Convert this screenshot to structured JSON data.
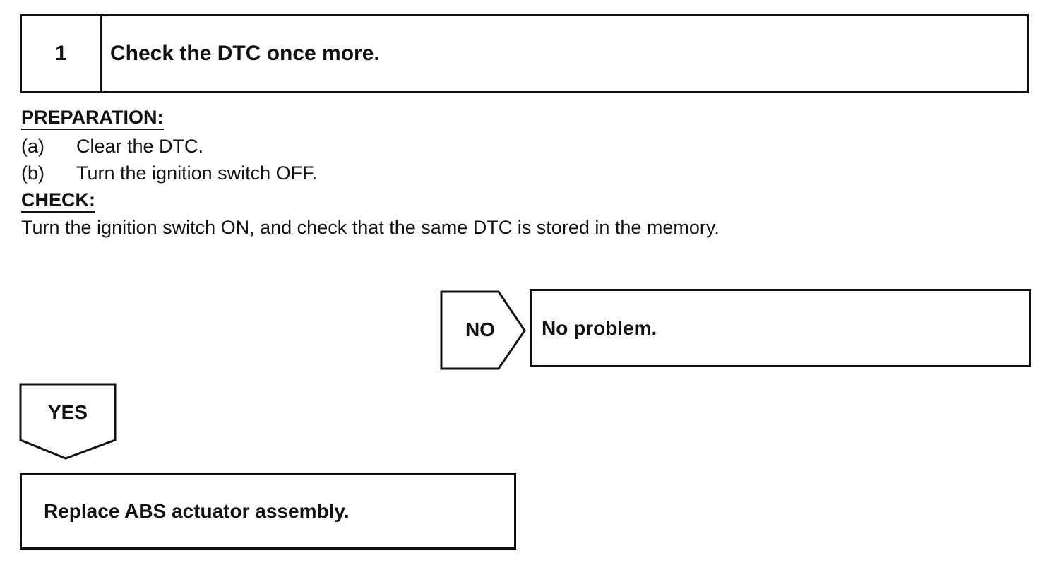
{
  "step": {
    "number": "1",
    "title": "Check the DTC once more."
  },
  "preparation": {
    "heading": "PREPARATION:",
    "items": [
      {
        "label": "(a)",
        "text": "Clear the DTC."
      },
      {
        "label": "(b)",
        "text": "Turn the ignition switch OFF."
      }
    ]
  },
  "check": {
    "heading": "CHECK:",
    "text": "Turn the ignition switch ON, and check that the same DTC is stored in the memory."
  },
  "no_branch": {
    "label": "NO",
    "result": "No problem."
  },
  "yes_branch": {
    "label": "YES",
    "result": "Replace ABS actuator assembly."
  }
}
